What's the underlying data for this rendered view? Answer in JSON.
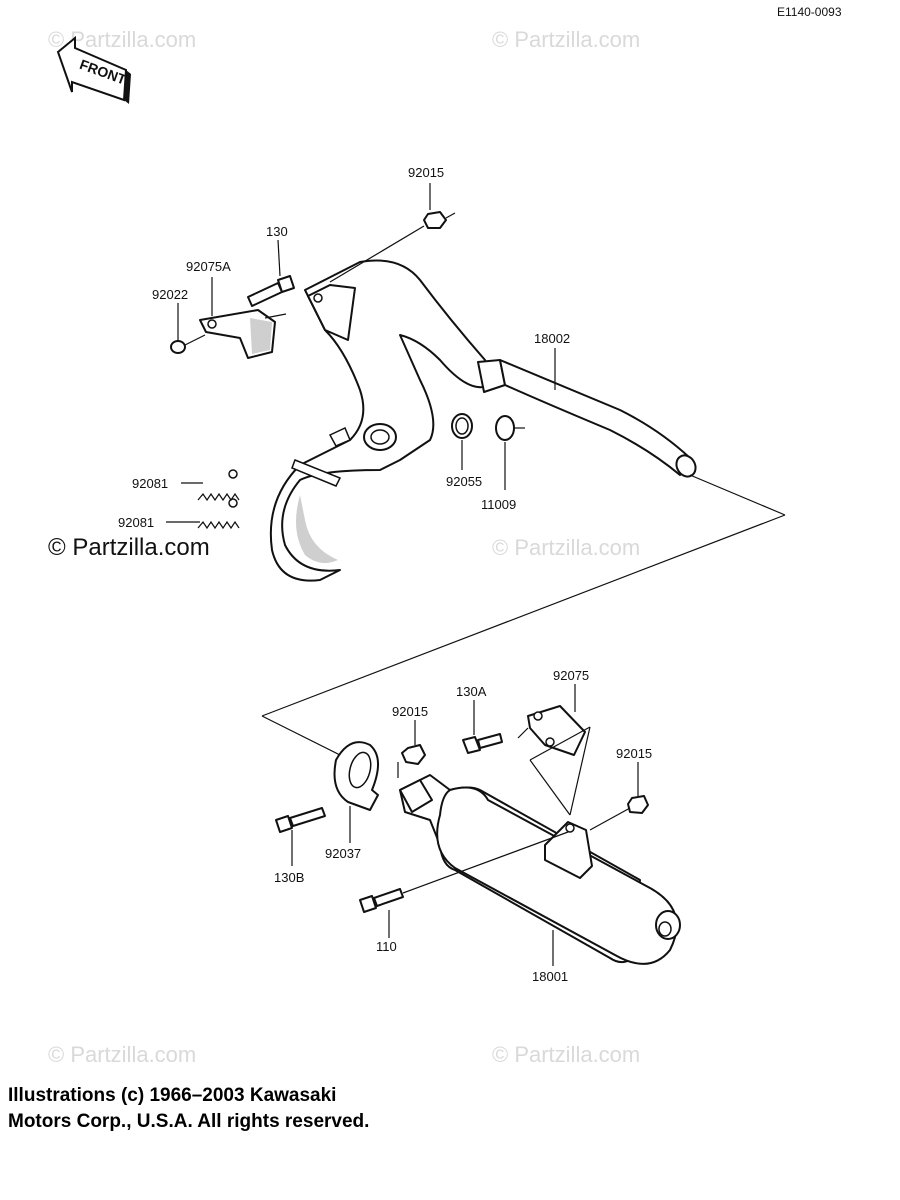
{
  "diagram": {
    "code": "E1140-0093",
    "front_label": "FRONT",
    "watermarks": {
      "top_left": "© Partzilla.com",
      "top_right": "© Partzilla.com",
      "mid_left": "© Partzilla.com",
      "mid_right": "© Partzilla.com",
      "bottom_left": "© Partzilla.com",
      "bottom_right": "© Partzilla.com"
    },
    "callouts": {
      "p92015_top": "92015",
      "p130": "130",
      "p92075A": "92075A",
      "p92022": "92022",
      "p18002": "18002",
      "p92055": "92055",
      "p11009": "11009",
      "p92081_a": "92081",
      "p92081_b": "92081",
      "p130A": "130A",
      "p92075": "92075",
      "p92015_mid": "92015",
      "p92015_right": "92015",
      "p130B": "130B",
      "p92037": "92037",
      "p110": "110",
      "p18001": "18001"
    }
  },
  "footer": {
    "line1": "Illustrations (c) 1966–2003 Kawasaki",
    "line2": "Motors Corp., U.S.A.  All rights reserved."
  }
}
